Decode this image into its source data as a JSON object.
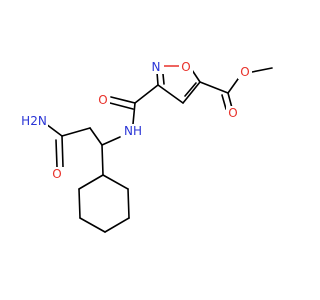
{
  "molecule": {
    "atoms": {
      "ring_n": "N",
      "ring_o": "O",
      "ester_carbonyl_o": "O",
      "ester_o": "O",
      "amide1_o": "O",
      "amide1_nh": "NH",
      "amide2_o": "O",
      "amide2_nh2": "H2N"
    },
    "colors": {
      "carbon_bond": "#000000",
      "oxygen": "#e8312a",
      "nitrogen": "#2a35d6",
      "background": "#ffffff"
    }
  }
}
